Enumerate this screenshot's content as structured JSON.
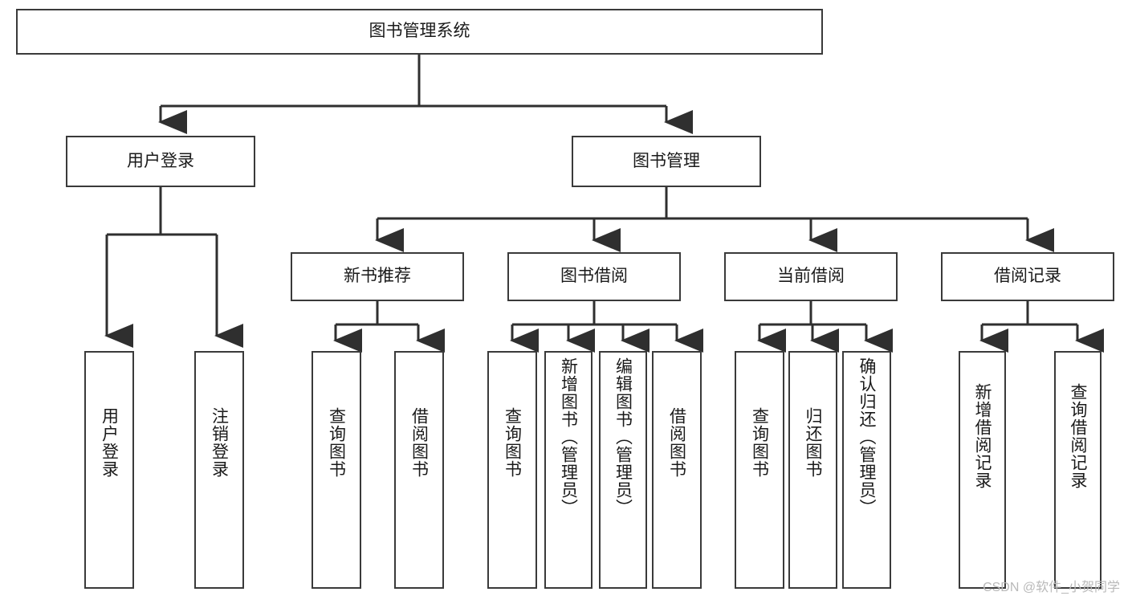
{
  "diagram": {
    "title": "图书管理系统",
    "watermark": "CSDN @软件_小贺同学",
    "colors": {
      "stroke": "#3a3a3a",
      "fill": "#ffffff",
      "text": "#1a1a1a",
      "watermark": "#b9b9b9"
    },
    "levels": {
      "root": {
        "label": "图书管理系统"
      },
      "level2": [
        {
          "label": "用户登录"
        },
        {
          "label": "图书管理"
        }
      ],
      "level3": [
        {
          "label": "新书推荐"
        },
        {
          "label": "图书借阅"
        },
        {
          "label": "当前借阅"
        },
        {
          "label": "借阅记录"
        }
      ],
      "leaves": {
        "user_login": [
          {
            "label": "用户登录"
          },
          {
            "label": "注销登录"
          }
        ],
        "new_book": [
          {
            "label": "查询图书"
          },
          {
            "label": "借阅图书"
          }
        ],
        "book_borrow": [
          {
            "label": "查询图书"
          },
          {
            "label": "新增图书（管理员）"
          },
          {
            "label": "编辑图书（管理员）"
          },
          {
            "label": "借阅图书"
          }
        ],
        "current_borrow": [
          {
            "label": "查询图书"
          },
          {
            "label": "归还图书"
          },
          {
            "label": "确认归还（管理员）"
          }
        ],
        "borrow_record": [
          {
            "label": "新增借阅记录"
          },
          {
            "label": "查询借阅记录"
          }
        ]
      }
    }
  }
}
